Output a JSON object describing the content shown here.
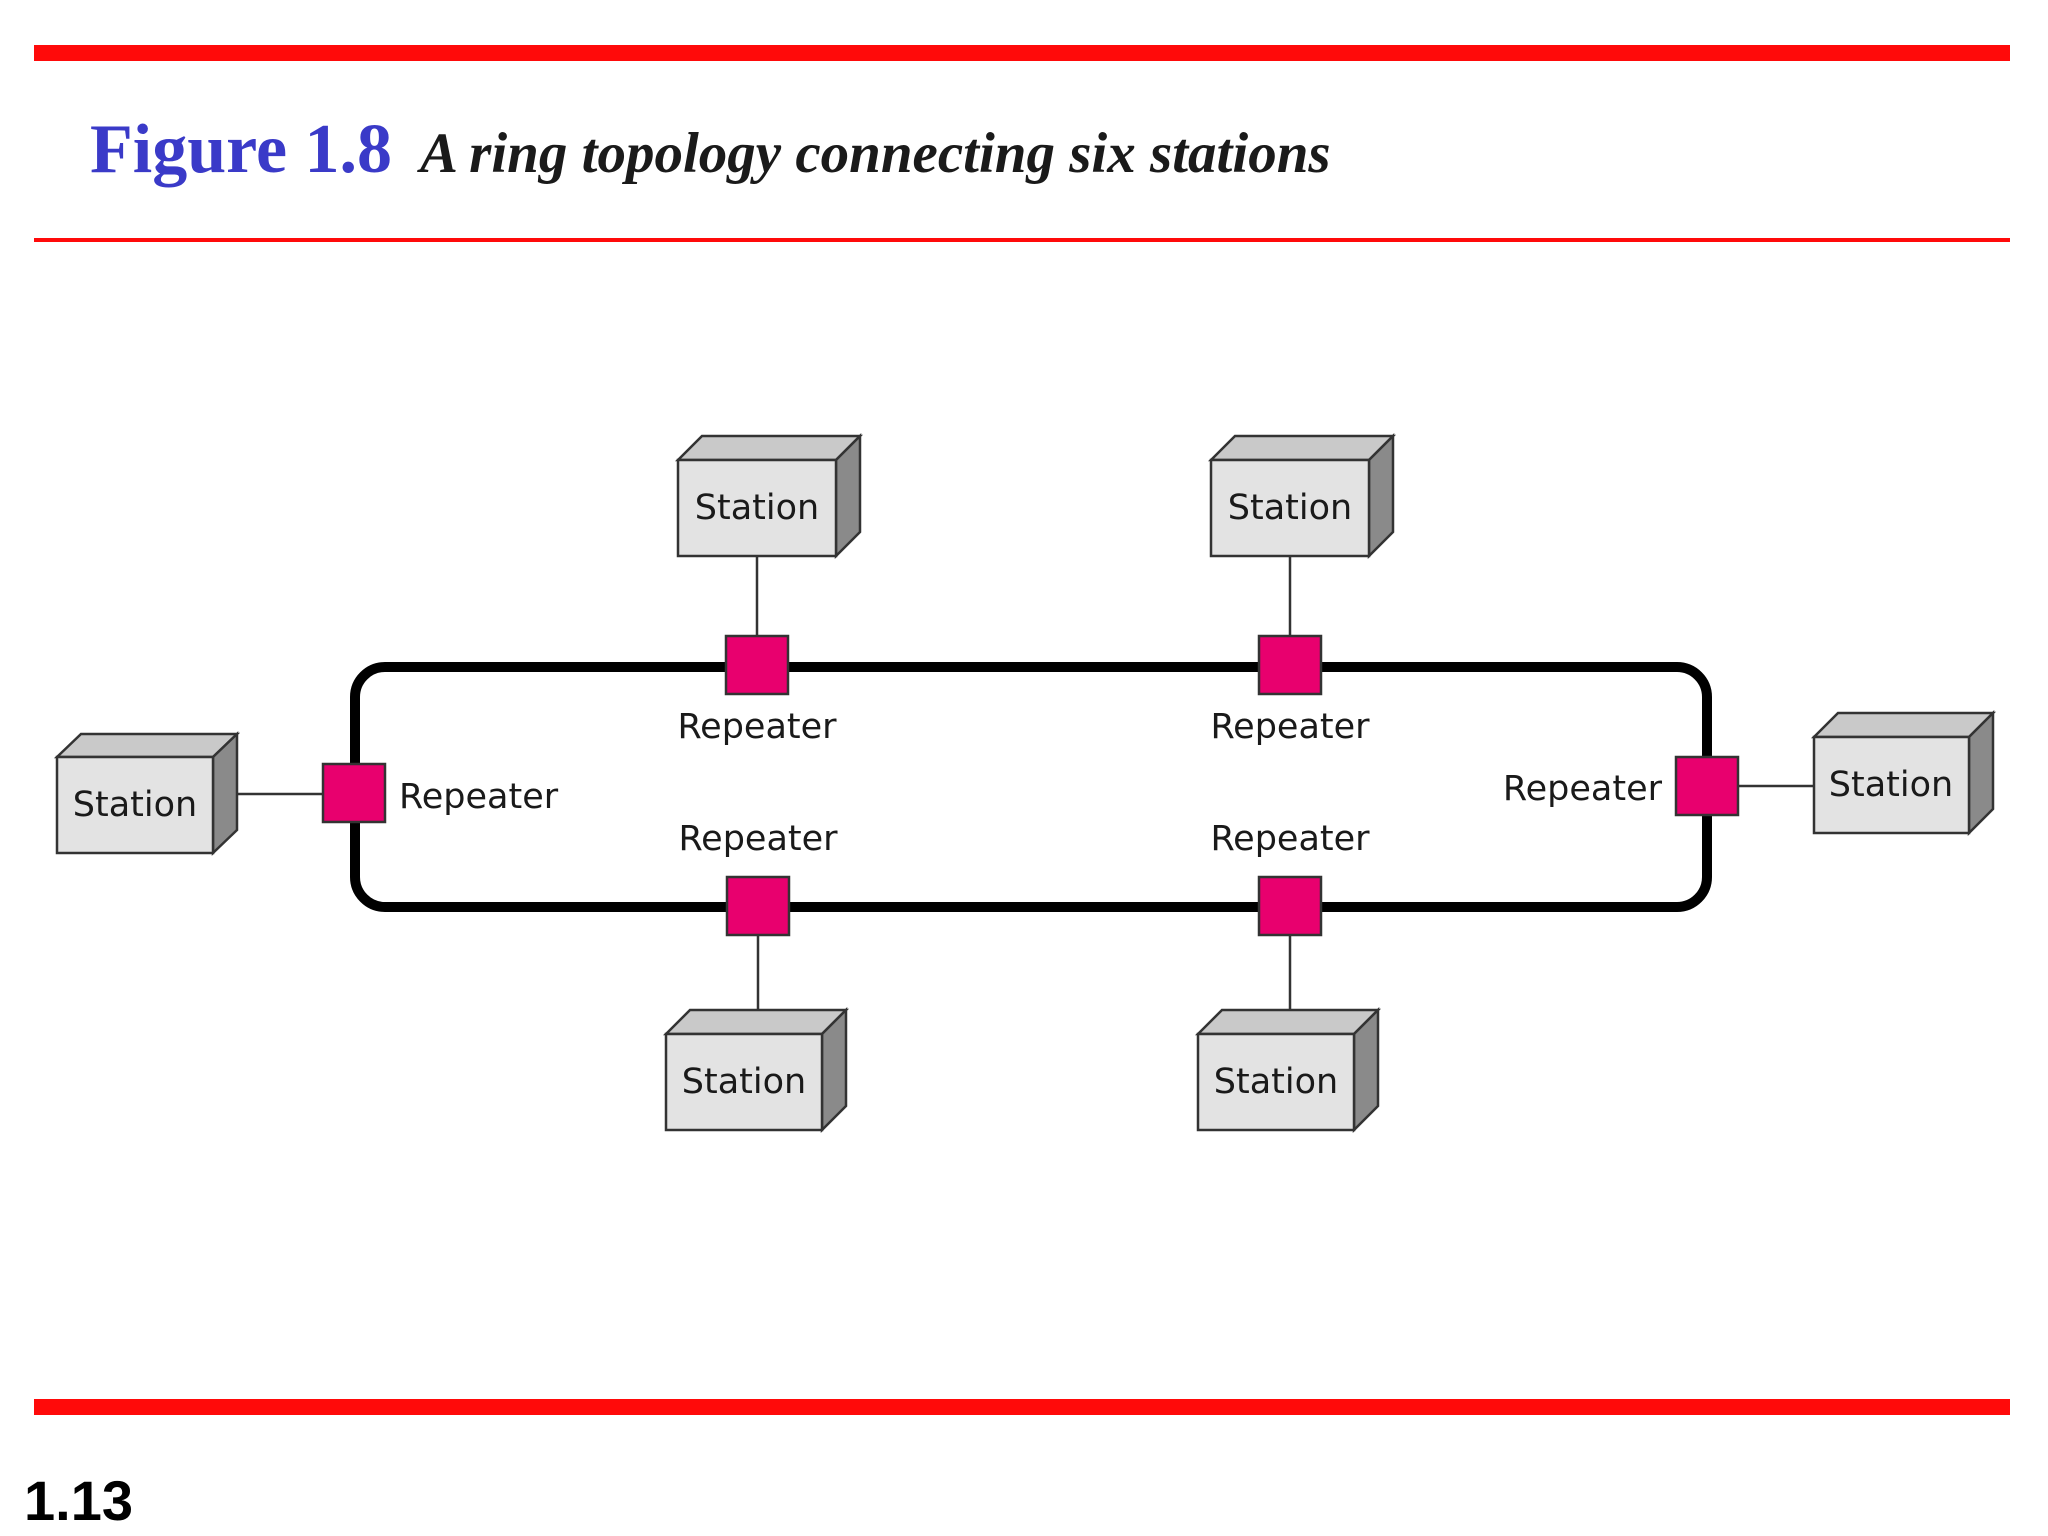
{
  "figure": {
    "label": "Figure 1.8",
    "caption": "A ring topology connecting six stations"
  },
  "slide_number": "1.13",
  "diagram": {
    "ring_color": "#000000",
    "repeater_color": "#e8006e",
    "station_face_color": "#e3e3e3",
    "station_side_color": "#8a8a8a",
    "stations": [
      {
        "label": "Station"
      },
      {
        "label": "Station"
      },
      {
        "label": "Station"
      },
      {
        "label": "Station"
      },
      {
        "label": "Station"
      },
      {
        "label": "Station"
      }
    ],
    "repeaters": [
      {
        "label": "Repeater"
      },
      {
        "label": "Repeater"
      },
      {
        "label": "Repeater"
      },
      {
        "label": "Repeater"
      },
      {
        "label": "Repeater"
      },
      {
        "label": "Repeater"
      }
    ]
  }
}
